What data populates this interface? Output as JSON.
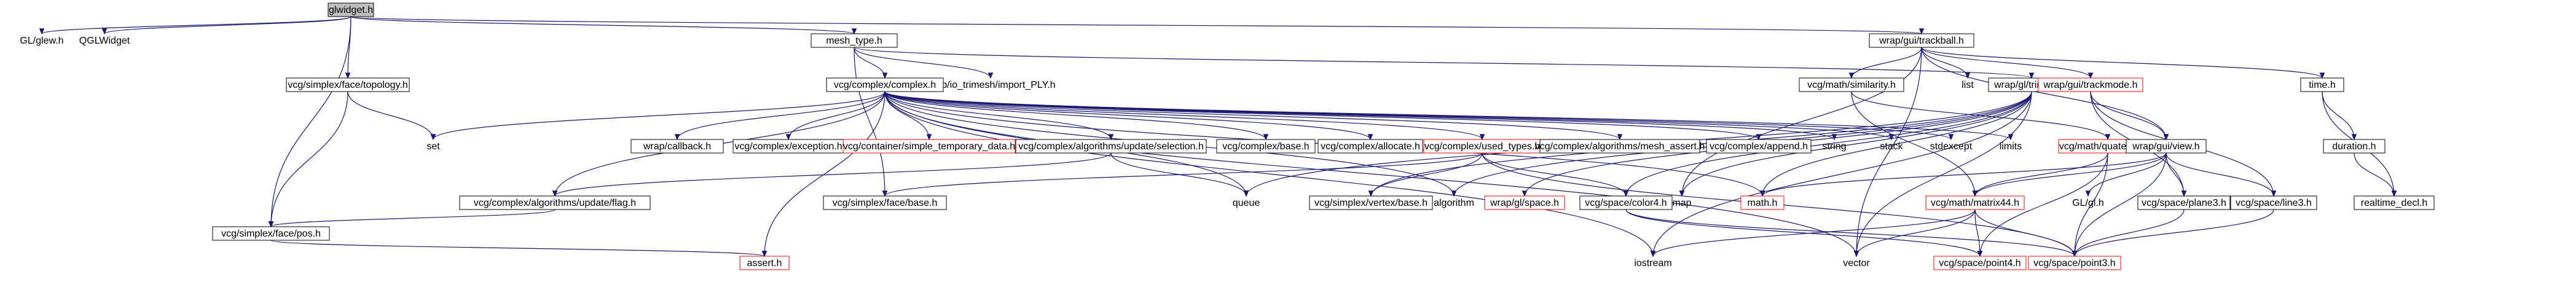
{
  "graph": {
    "colors": {
      "edge": "#191970",
      "node_border": "#000000",
      "node_border_missing": "#ff0000",
      "root_fill": "#bfbfbf",
      "background": "#ffffff"
    },
    "nodes": [
      {
        "id": "glwidget",
        "label": "glwidget.h",
        "style": "root"
      },
      {
        "id": "glew",
        "label": "GL/glew.h",
        "style": "plain"
      },
      {
        "id": "qglwidget",
        "label": "QGLWidget",
        "style": "plain"
      },
      {
        "id": "topology",
        "label": "vcg/simplex/face/topology.h",
        "style": "box"
      },
      {
        "id": "mesh_type",
        "label": "mesh_type.h",
        "style": "box"
      },
      {
        "id": "trackball",
        "label": "wrap/gui/trackball.h",
        "style": "box"
      },
      {
        "id": "import_ply",
        "label": "wrap/io_trimesh/import_PLY.h",
        "style": "plain"
      },
      {
        "id": "complex",
        "label": "vcg/complex/complex.h",
        "style": "box"
      },
      {
        "id": "set",
        "label": "set",
        "style": "plain"
      },
      {
        "id": "callback",
        "label": "wrap/callback.h",
        "style": "box"
      },
      {
        "id": "exception",
        "label": "vcg/complex/exception.h",
        "style": "box"
      },
      {
        "id": "simple_temp",
        "label": "vcg/container/simple_temporary_data.h",
        "style": "red"
      },
      {
        "id": "selection",
        "label": "vcg/complex/algorithms/update/selection.h",
        "style": "box"
      },
      {
        "id": "base_c",
        "label": "vcg/complex/base.h",
        "style": "box"
      },
      {
        "id": "allocate",
        "label": "vcg/complex/allocate.h",
        "style": "box"
      },
      {
        "id": "used_types",
        "label": "vcg/complex/used_types.h",
        "style": "red"
      },
      {
        "id": "mesh_assert",
        "label": "vcg/complex/algorithms/mesh_assert.h",
        "style": "box"
      },
      {
        "id": "append",
        "label": "vcg/complex/append.h",
        "style": "box"
      },
      {
        "id": "string",
        "label": "string",
        "style": "plain"
      },
      {
        "id": "stack",
        "label": "stack",
        "style": "plain"
      },
      {
        "id": "stdexcept",
        "label": "stdexcept",
        "style": "plain"
      },
      {
        "id": "limits",
        "label": "limits",
        "style": "plain"
      },
      {
        "id": "gl_trimesh",
        "label": "wrap/gl/trimesh.h",
        "style": "box"
      },
      {
        "id": "similarity",
        "label": "vcg/math/similarity.h",
        "style": "box"
      },
      {
        "id": "list",
        "label": "list",
        "style": "plain"
      },
      {
        "id": "trackmode",
        "label": "wrap/gui/trackmode.h",
        "style": "red"
      },
      {
        "id": "time",
        "label": "time.h",
        "style": "box"
      },
      {
        "id": "quaternion",
        "label": "vcg/math/quaternion.h",
        "style": "red"
      },
      {
        "id": "view",
        "label": "wrap/gui/view.h",
        "style": "box"
      },
      {
        "id": "duration",
        "label": "duration.h",
        "style": "box"
      },
      {
        "id": "update_flag",
        "label": "vcg/complex/algorithms/update/flag.h",
        "style": "box"
      },
      {
        "id": "face_base",
        "label": "vcg/simplex/face/base.h",
        "style": "box"
      },
      {
        "id": "queue",
        "label": "queue",
        "style": "plain"
      },
      {
        "id": "vertex_base",
        "label": "vcg/simplex/vertex/base.h",
        "style": "box"
      },
      {
        "id": "algorithm",
        "label": "algorithm",
        "style": "plain"
      },
      {
        "id": "gl_space",
        "label": "wrap/gl/space.h",
        "style": "red"
      },
      {
        "id": "color4",
        "label": "vcg/space/color4.h",
        "style": "box"
      },
      {
        "id": "map",
        "label": "map",
        "style": "plain"
      },
      {
        "id": "math_h",
        "label": "math.h",
        "style": "red"
      },
      {
        "id": "matrix44",
        "label": "vcg/math/matrix44.h",
        "style": "red"
      },
      {
        "id": "glgl",
        "label": "GL/gl.h",
        "style": "plain"
      },
      {
        "id": "plane3",
        "label": "vcg/space/plane3.h",
        "style": "box"
      },
      {
        "id": "line3",
        "label": "vcg/space/line3.h",
        "style": "box"
      },
      {
        "id": "realtime",
        "label": "realtime_decl.h",
        "style": "box"
      },
      {
        "id": "face_pos",
        "label": "vcg/simplex/face/pos.h",
        "style": "box"
      },
      {
        "id": "iostream",
        "label": "iostream",
        "style": "plain"
      },
      {
        "id": "vector",
        "label": "vector",
        "style": "plain"
      },
      {
        "id": "point4",
        "label": "vcg/space/point4.h",
        "style": "red"
      },
      {
        "id": "point3",
        "label": "vcg/space/point3.h",
        "style": "red"
      },
      {
        "id": "assert",
        "label": "assert.h",
        "style": "red"
      }
    ],
    "edges": [
      [
        "glwidget",
        "glew"
      ],
      [
        "glwidget",
        "qglwidget"
      ],
      [
        "glwidget",
        "topology"
      ],
      [
        "glwidget",
        "mesh_type"
      ],
      [
        "glwidget",
        "trackball"
      ],
      [
        "glwidget",
        "face_pos"
      ],
      [
        "topology",
        "set"
      ],
      [
        "topology",
        "face_pos"
      ],
      [
        "mesh_type",
        "complex"
      ],
      [
        "mesh_type",
        "import_ply"
      ],
      [
        "mesh_type",
        "gl_trimesh"
      ],
      [
        "mesh_type",
        "face_base"
      ],
      [
        "complex",
        "set"
      ],
      [
        "complex",
        "callback"
      ],
      [
        "complex",
        "exception"
      ],
      [
        "complex",
        "simple_temp"
      ],
      [
        "complex",
        "selection"
      ],
      [
        "complex",
        "base_c"
      ],
      [
        "complex",
        "allocate"
      ],
      [
        "complex",
        "used_types"
      ],
      [
        "complex",
        "mesh_assert"
      ],
      [
        "complex",
        "append"
      ],
      [
        "complex",
        "string"
      ],
      [
        "complex",
        "stack"
      ],
      [
        "complex",
        "stdexcept"
      ],
      [
        "complex",
        "limits"
      ],
      [
        "complex",
        "update_flag"
      ],
      [
        "complex",
        "queue"
      ],
      [
        "complex",
        "algorithm"
      ],
      [
        "complex",
        "vector"
      ],
      [
        "complex",
        "iostream"
      ],
      [
        "complex",
        "assert"
      ],
      [
        "complex",
        "math_h"
      ],
      [
        "selection",
        "update_flag"
      ],
      [
        "selection",
        "queue"
      ],
      [
        "update_flag",
        "face_pos"
      ],
      [
        "used_types",
        "face_base"
      ],
      [
        "used_types",
        "vertex_base"
      ],
      [
        "used_types",
        "color4"
      ],
      [
        "used_types",
        "point3"
      ],
      [
        "face_pos",
        "assert"
      ],
      [
        "gl_trimesh",
        "queue"
      ],
      [
        "gl_trimesh",
        "vertex_base"
      ],
      [
        "gl_trimesh",
        "algorithm"
      ],
      [
        "gl_trimesh",
        "gl_space"
      ],
      [
        "gl_trimesh",
        "color4"
      ],
      [
        "gl_trimesh",
        "map"
      ],
      [
        "gl_trimesh",
        "math_h"
      ],
      [
        "gl_trimesh",
        "iostream"
      ],
      [
        "gl_trimesh",
        "vector"
      ],
      [
        "color4",
        "point3"
      ],
      [
        "color4",
        "point4"
      ],
      [
        "trackball",
        "similarity"
      ],
      [
        "trackball",
        "list"
      ],
      [
        "trackball",
        "trackmode"
      ],
      [
        "trackball",
        "time"
      ],
      [
        "trackball",
        "view"
      ],
      [
        "trackball",
        "map"
      ],
      [
        "trackball",
        "vector"
      ],
      [
        "similarity",
        "quaternion"
      ],
      [
        "similarity",
        "matrix44"
      ],
      [
        "quaternion",
        "matrix44"
      ],
      [
        "quaternion",
        "point3"
      ],
      [
        "quaternion",
        "point4"
      ],
      [
        "trackmode",
        "view"
      ],
      [
        "trackmode",
        "plane3"
      ],
      [
        "trackmode",
        "line3"
      ],
      [
        "view",
        "matrix44"
      ],
      [
        "view",
        "glgl"
      ],
      [
        "view",
        "plane3"
      ],
      [
        "view",
        "line3"
      ],
      [
        "view",
        "point3"
      ],
      [
        "view",
        "math_h"
      ],
      [
        "matrix44",
        "point3"
      ],
      [
        "matrix44",
        "point4"
      ],
      [
        "matrix44",
        "iostream"
      ],
      [
        "matrix44",
        "vector"
      ],
      [
        "plane3",
        "point3"
      ],
      [
        "line3",
        "point3"
      ],
      [
        "time",
        "duration"
      ],
      [
        "time",
        "realtime"
      ],
      [
        "duration",
        "realtime"
      ]
    ]
  }
}
